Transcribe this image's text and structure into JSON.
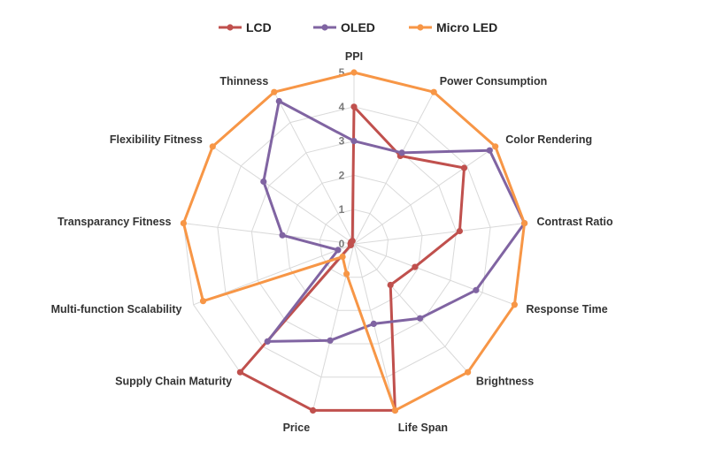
{
  "chart_data": {
    "type": "radar",
    "title": "",
    "categories": [
      "PPI",
      "Power Consumption",
      "Color Rendering",
      "Contrast Ratio",
      "Response Time",
      "Brightness",
      "Life Span",
      "Price",
      "Supply Chain Maturity",
      "Multi-function Scalability",
      "Transparancy Fitness",
      "Flexibility Fitness",
      "Thinness"
    ],
    "r_ticks": [
      "0",
      "1",
      "2",
      "3",
      "4",
      "5"
    ],
    "rlim": [
      0,
      5
    ],
    "grid": true,
    "legend_position": "top",
    "series": [
      {
        "name": "LCD",
        "color": "#C0504D",
        "values": [
          4,
          2.9,
          3.9,
          3.1,
          1.9,
          1.6,
          5,
          5,
          5,
          0.1,
          0.1,
          0.1,
          0.1
        ]
      },
      {
        "name": "OLED",
        "color": "#8064A2",
        "values": [
          3,
          3,
          4.8,
          5,
          3.8,
          2.9,
          2.4,
          2.9,
          3.8,
          0.5,
          2.1,
          3.2,
          4.7
        ]
      },
      {
        "name": "Micro LED",
        "color": "#F79646",
        "values": [
          5,
          5,
          5,
          5,
          5,
          5,
          5,
          0.9,
          0.5,
          4.7,
          5,
          5,
          5
        ]
      }
    ]
  }
}
